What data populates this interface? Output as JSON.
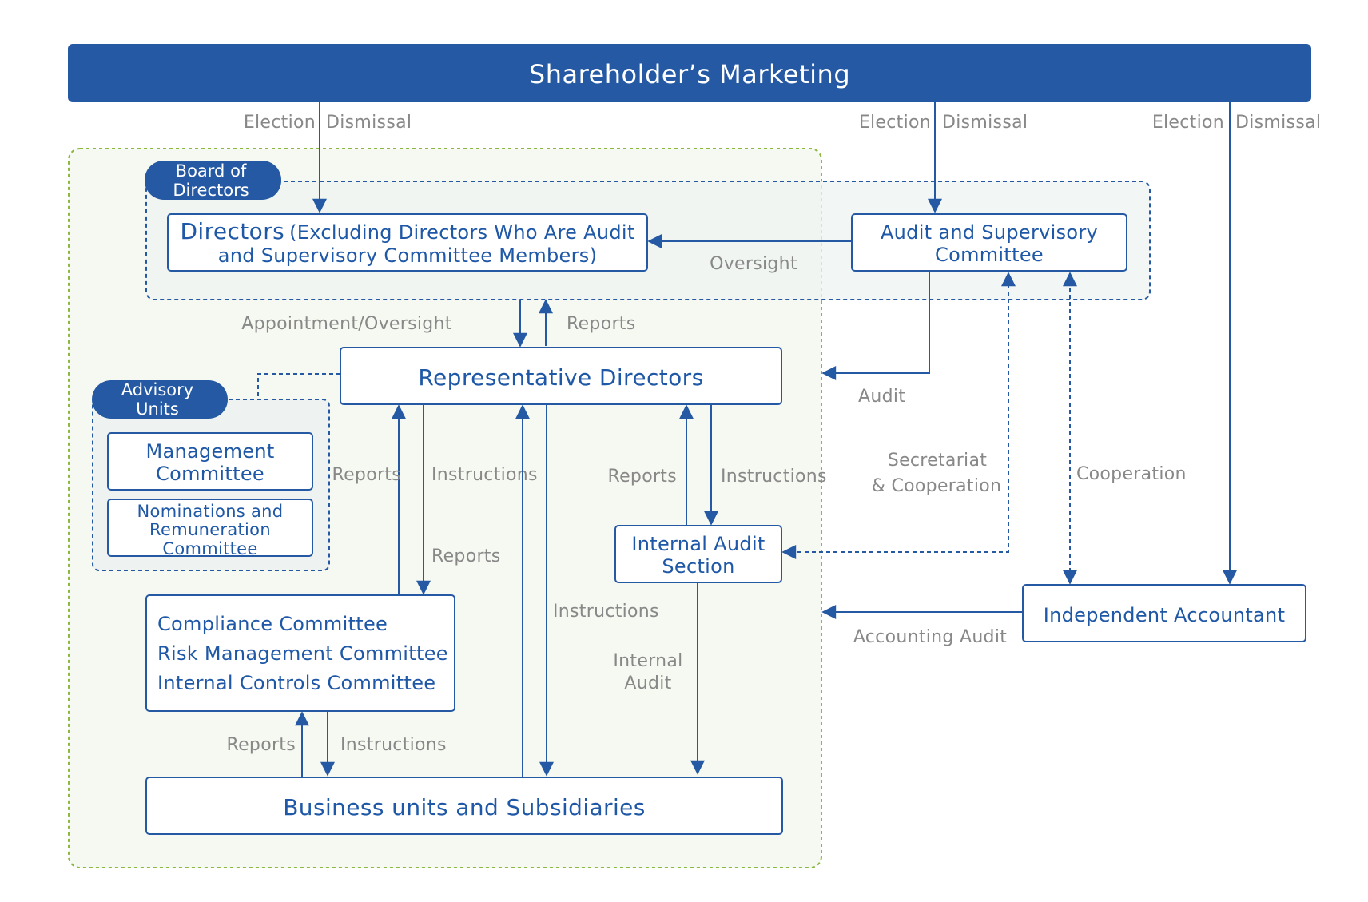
{
  "header": {
    "title": "Shareholder’s Marketing",
    "color": "#2559a4"
  },
  "labels": {
    "election": "Election",
    "dismissal": "Dismissal",
    "oversight": "Oversight",
    "appointment_oversight": "Appointment/Oversight",
    "reports": "Reports",
    "instructions": "Instructions",
    "audit": "Audit",
    "secretariat_line1": "Secretariat",
    "secretariat_line2": "& Cooperation",
    "cooperation": "Cooperation",
    "internal_audit_line1": "Internal",
    "internal_audit_line2": "Audit",
    "accounting_audit": "Accounting Audit"
  },
  "board": {
    "tag_line1": "Board of",
    "tag_line2": "Directors"
  },
  "advisory": {
    "tag_line1": "Advisory",
    "tag_line2": "Units",
    "management_line1": "Management",
    "management_line2": "Committee",
    "nominations_line1": "Nominations and",
    "nominations_line2": "Remuneration",
    "nominations_line3": "Committee"
  },
  "nodes": {
    "directors_main": "Directors",
    "directors_sub1": "(Excluding Directors Who Are Audit",
    "directors_sub2": "and Supervisory Committee Members)",
    "audit_committee_line1": "Audit and Supervisory",
    "audit_committee_line2": "Committee",
    "representative": "Representative Directors",
    "internal_audit_line1": "Internal Audit",
    "internal_audit_line2": "Section",
    "independent": "Independent Accountant",
    "compliance": "Compliance Committee",
    "risk": "Risk Management Committee",
    "controls": "Internal Controls Committee",
    "business": "Business units and Subsidiaries"
  },
  "colors": {
    "primary": "#2559a4",
    "label_gray": "#888888",
    "outer_region_border": "#8bb83f",
    "outer_region_fill": "#f6f9f1",
    "board_region_fill": "#eef3f1"
  }
}
